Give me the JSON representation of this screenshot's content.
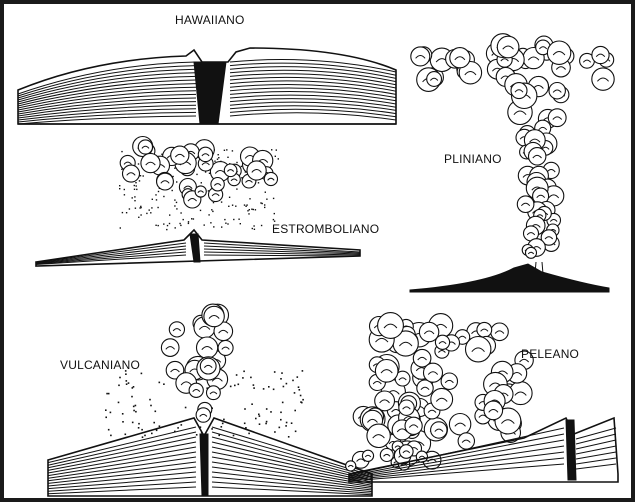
{
  "labels": {
    "hawaiiano": "HAWAIIANO",
    "pliniano": "PLINIANO",
    "estromboliano": "ESTROMBOLIANO",
    "vulcaniano": "VULCANIANO",
    "peleano": "PELEANO"
  },
  "colors": {
    "ink": "#111111",
    "paper": "#ffffff",
    "border": "#1a1a1a"
  }
}
